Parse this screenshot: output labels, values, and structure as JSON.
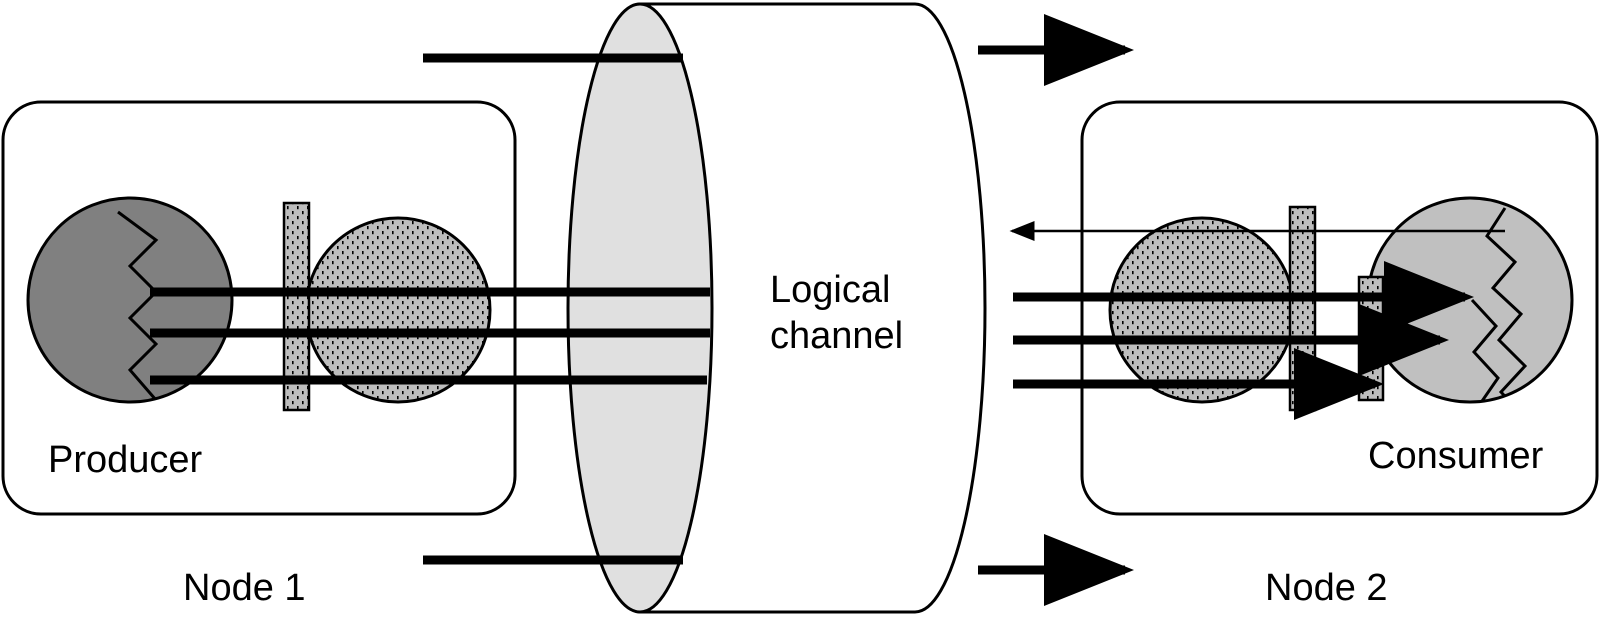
{
  "labels": {
    "channel_line1": "Logical",
    "channel_line2": "channel",
    "producer": "Producer",
    "consumer": "Consumer",
    "node1": "Node 1",
    "node2": "Node 2"
  },
  "colors": {
    "producer_fill": "#808080",
    "consumer_fill": "#c0c0c0",
    "stub_fill": "#bdbdbd",
    "channel_face_fill": "#e0e0e0",
    "stroke": "#000000",
    "background": "#ffffff"
  }
}
